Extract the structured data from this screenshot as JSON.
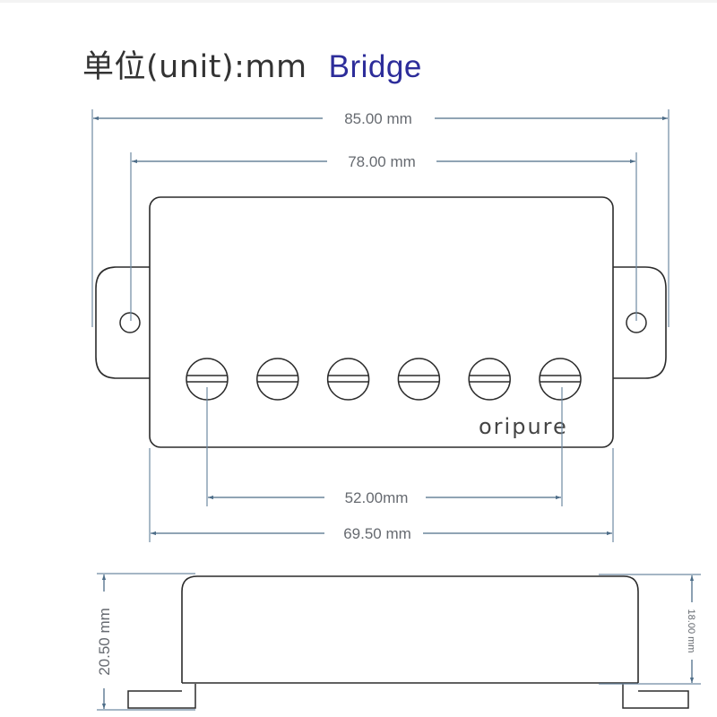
{
  "title": {
    "unit_label": "单位(unit):mm",
    "model": "Bridge",
    "model_color": "#2d2d9a"
  },
  "top_view": {
    "dimensions": {
      "overall_length": "85.00 mm",
      "mounting_hole_spacing": "78.00 mm",
      "pole_spacing": "52.00mm",
      "cover_length": "69.50 mm"
    },
    "pole_piece_count": 6,
    "logo": "oripure"
  },
  "side_view": {
    "dimensions": {
      "total_height": "20.50 mm",
      "cover_height": "18.00 mm"
    }
  },
  "colors": {
    "outline": "#2b2b2b",
    "dimension_line": "#5a7a96",
    "dimension_text": "#666a70"
  }
}
